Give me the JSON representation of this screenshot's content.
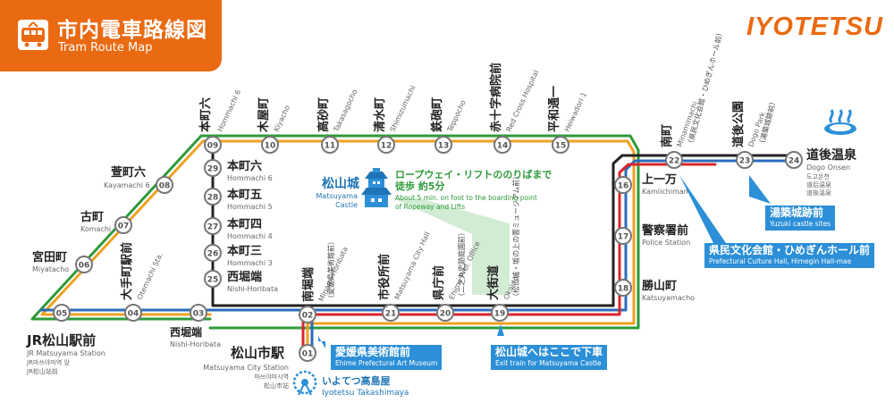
{
  "header": {
    "title_ja": "市内電車路線図",
    "title_en": "Tram Route Map"
  },
  "logo": "IYOTETSU",
  "colors": {
    "line_green": "#2e9a3a",
    "line_orange": "#f0a020",
    "line_blue": "#2a6bbd",
    "line_red": "#d9262c",
    "line_black": "#222222",
    "callout_blue": "#2c8fd7",
    "header_orange": "#ea6a12"
  },
  "stations": {
    "s01": {
      "num": "01",
      "ja": "松山市駅",
      "en": "Matsuyama City Station",
      "ko": "마쓰야마시역",
      "zh": "松山市站"
    },
    "s02": {
      "num": "02",
      "ja": "南堀端",
      "en": "Minami-Horibata",
      "sub": "（愛媛県美術館前）"
    },
    "s03": {
      "num": "03",
      "ja": "西堀端",
      "en": "Nishi-Horibata"
    },
    "s04": {
      "num": "04",
      "ja": "大手町駅前",
      "en": "Otemachi Sta."
    },
    "s05": {
      "num": "05",
      "ja": "JR松山駅前",
      "en": "JR Matsuyama Station",
      "ko": "JR마쓰야마역 앞",
      "zh": "JR松山站前"
    },
    "s06": {
      "num": "06",
      "ja": "宮田町",
      "en": "Miyatacho"
    },
    "s07": {
      "num": "07",
      "ja": "古町",
      "en": "Komachi"
    },
    "s08": {
      "num": "08",
      "ja": "萱町六",
      "en": "Kayamachi 6"
    },
    "s09": {
      "num": "09",
      "ja": "本町六",
      "en": "Hommachi 6"
    },
    "s10": {
      "num": "10",
      "ja": "木屋町",
      "en": "Kiyacho"
    },
    "s11": {
      "num": "11",
      "ja": "高砂町",
      "en": "Takasagocho"
    },
    "s12": {
      "num": "12",
      "ja": "清水町",
      "en": "Shimizumachi"
    },
    "s13": {
      "num": "13",
      "ja": "鉄砲町",
      "en": "Teppocho"
    },
    "s14": {
      "num": "14",
      "ja": "赤十字病院前",
      "en": "Red Cross Hospital"
    },
    "s15": {
      "num": "15",
      "ja": "平和通一",
      "en": "Heiwadori 1"
    },
    "s16": {
      "num": "16",
      "ja": "上一万",
      "en": "Kamiichiman"
    },
    "s17": {
      "num": "17",
      "ja": "警察署前",
      "en": "Police Station"
    },
    "s18": {
      "num": "18",
      "ja": "勝山町",
      "en": "Katsuyamacho"
    },
    "s19": {
      "num": "19",
      "ja": "大街道",
      "en": "Okaido",
      "sub": "（松山城・坂の上の雲ミュージアム前）"
    },
    "s20": {
      "num": "20",
      "ja": "県庁前",
      "en": "Ehime Pref. Office",
      "sub": "（二之丸史跡庭園前）"
    },
    "s21": {
      "num": "21",
      "ja": "市役所前",
      "en": "Matsuyama City Hall"
    },
    "s22": {
      "num": "22",
      "ja": "南町",
      "en": "Minamimachi",
      "sub": "（県民文化会館・ひめぎんホール前）"
    },
    "s23": {
      "num": "23",
      "ja": "道後公園",
      "en": "Dogo Park",
      "sub": "（湯築城跡前）"
    },
    "s24": {
      "num": "24",
      "ja": "道後温泉",
      "en": "Dogo Onsen",
      "ko": "도고온천",
      "zh1": "道后温泉",
      "zh2": "道後溫泉"
    },
    "s25": {
      "num": "25",
      "ja": "西堀端",
      "en": "Nishi-Horibata"
    },
    "s26": {
      "num": "26",
      "ja": "本町三",
      "en": "Hommachi 3"
    },
    "s27": {
      "num": "27",
      "ja": "本町四",
      "en": "Hommachi 4"
    },
    "s28": {
      "num": "28",
      "ja": "本町五",
      "en": "Hommachi 5"
    },
    "s29": {
      "num": "29",
      "ja": "本町六",
      "en": "Hommachi 6"
    }
  },
  "castle": {
    "ja": "松山城",
    "en1": "Matsuyama",
    "en2": "Castle",
    "note_ja1": "ロープウェイ・リフトののりばまで",
    "note_ja2": "徒歩 約5分",
    "note_en1": "About 5 min. on foot to the boarding point",
    "note_en2": "of Ropeway and Lifts"
  },
  "callouts": {
    "art_museum": {
      "ja": "愛媛県美術館前",
      "en": "Ehime Prefectural Art Museum"
    },
    "castle_exit": {
      "ja": "松山城へはここで下車",
      "en": "Exit train for Matsuyama Castle"
    },
    "culture_hall": {
      "ja": "県民文化会館・ひめぎんホール前",
      "en": "Prefectural Culture Hall, Himegin Hall-mae"
    },
    "yuzuki": {
      "ja": "湯築城跡前",
      "en": "Yuzuki castle sites"
    }
  },
  "takashimaya": {
    "ja": "いよてつ高島屋",
    "en": "Iyotetsu Takashimaya"
  }
}
